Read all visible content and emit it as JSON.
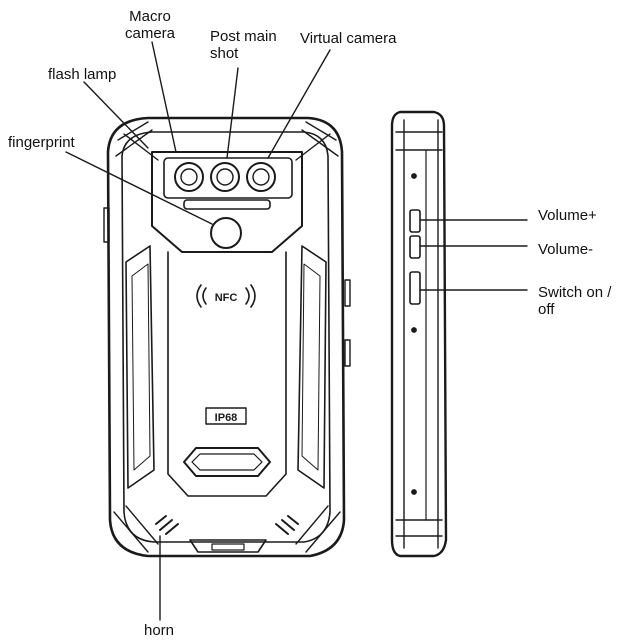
{
  "labels": {
    "macro_camera": "Macro camera",
    "post_main_shot": "Post main shot",
    "virtual_camera": "Virtual camera",
    "flash_lamp": "flash lamp",
    "fingerprint": "fingerprint",
    "volume_up": "Volume+",
    "volume_down": "Volume-",
    "switch_on_off": "Switch on / off",
    "horn": "horn"
  },
  "phone_back": {
    "nfc_text": "NFC",
    "badge_text": "IP68"
  },
  "colors": {
    "line": "#1a1a1a",
    "background": "#ffffff"
  }
}
